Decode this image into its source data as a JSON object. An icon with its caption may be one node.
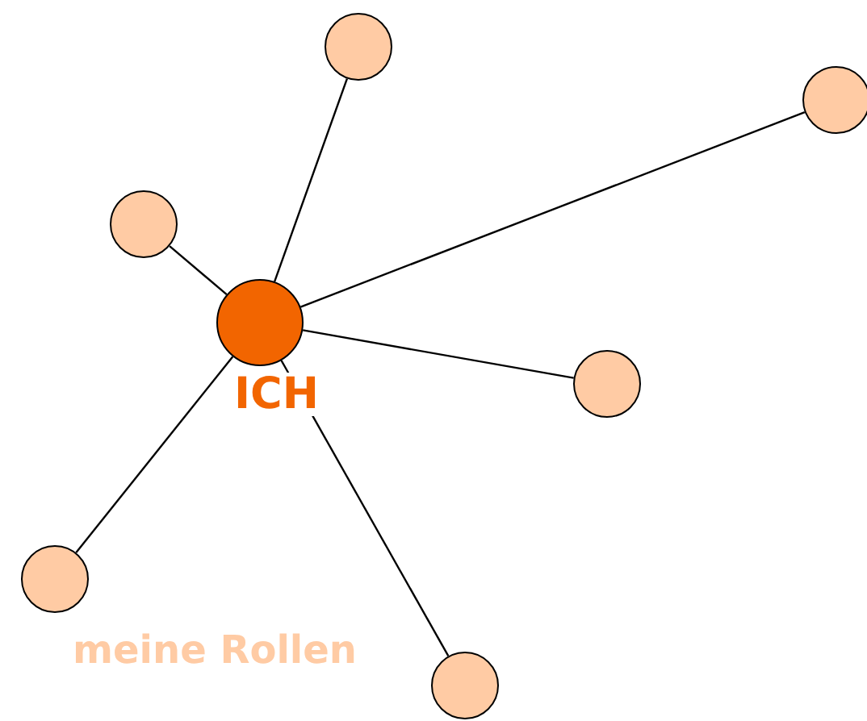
{
  "diagram": {
    "nodes": [
      {
        "text": [
          "ICH"
        ]
      },
      {
        "text": [],
        "shape": "circle"
      },
      {
        "text": [],
        "shape": "circle"
      },
      {
        "text": [],
        "shape": "circle"
      },
      {
        "text": [],
        "shape": "circle"
      },
      {
        "text": [],
        "shape": "circle"
      },
      {
        "text": [],
        "shape": "circle"
      }
    ],
    "edges": [
      {
        "from": 0,
        "to": 1,
        "arrow": "none"
      },
      {
        "from": 0,
        "to": 2,
        "arrow": "none"
      },
      {
        "from": 0,
        "to": 3,
        "arrow": "none"
      },
      {
        "from": 0,
        "to": 4,
        "arrow": "none"
      },
      {
        "from": 0,
        "to": 5,
        "arrow": "none"
      },
      {
        "from": 0,
        "to": 6,
        "arrow": "none"
      }
    ],
    "labels": [
      "meine Rollen"
    ]
  }
}
